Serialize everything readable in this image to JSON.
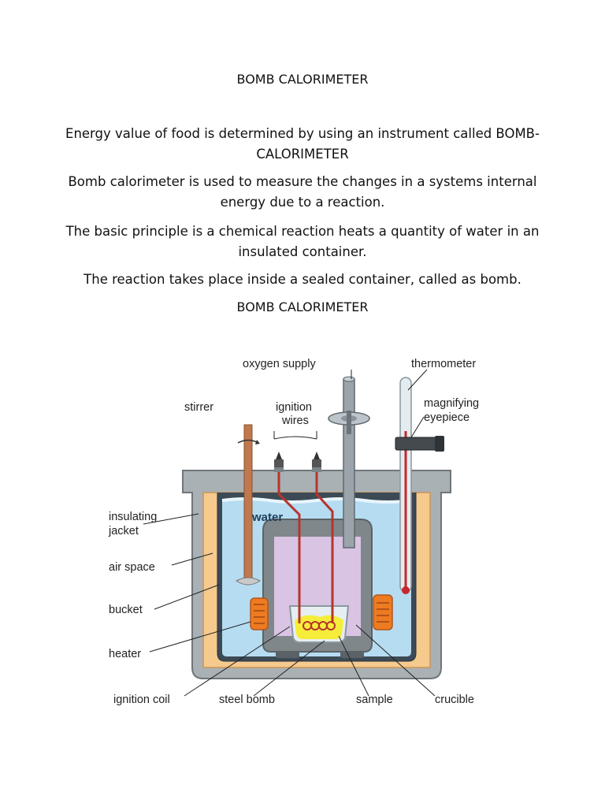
{
  "document": {
    "title": "BOMB CALORIMETER",
    "paragraphs": [
      "Energy value of food is determined by using an instrument called BOMB-CALORIMETER",
      "Bomb calorimeter is used to measure the changes in a systems internal energy due to a reaction.",
      "The basic principle is a chemical reaction heats a quantity of water in an insulated container.",
      "The reaction takes place inside a sealed container, called as bomb."
    ],
    "figure_caption": "BOMB CALORIMETER"
  },
  "diagram": {
    "labels": {
      "oxygen_supply": "oxygen supply",
      "thermometer": "thermometer",
      "stirrer": "stirrer",
      "ignition_wires_1": "ignition",
      "ignition_wires_2": "wires",
      "magnifying_eyepiece_1": "magnifying",
      "magnifying_eyepiece_2": "eyepiece",
      "insulating_jacket_1": "insulating",
      "insulating_jacket_2": "jacket",
      "water": "water",
      "air_space": "air space",
      "bucket": "bucket",
      "heater": "heater",
      "ignition_coil": "ignition coil",
      "steel_bomb": "steel bomb",
      "sample": "sample",
      "crucible": "crucible"
    },
    "colors": {
      "outer_jacket": "#a9b1b4",
      "insulation": "#f6c98d",
      "water": "#b6dcf2",
      "bomb": "#d9c4e4",
      "heater": "#ee7b22",
      "wire": "#b5352d",
      "sample": "#f6ed3a"
    }
  }
}
